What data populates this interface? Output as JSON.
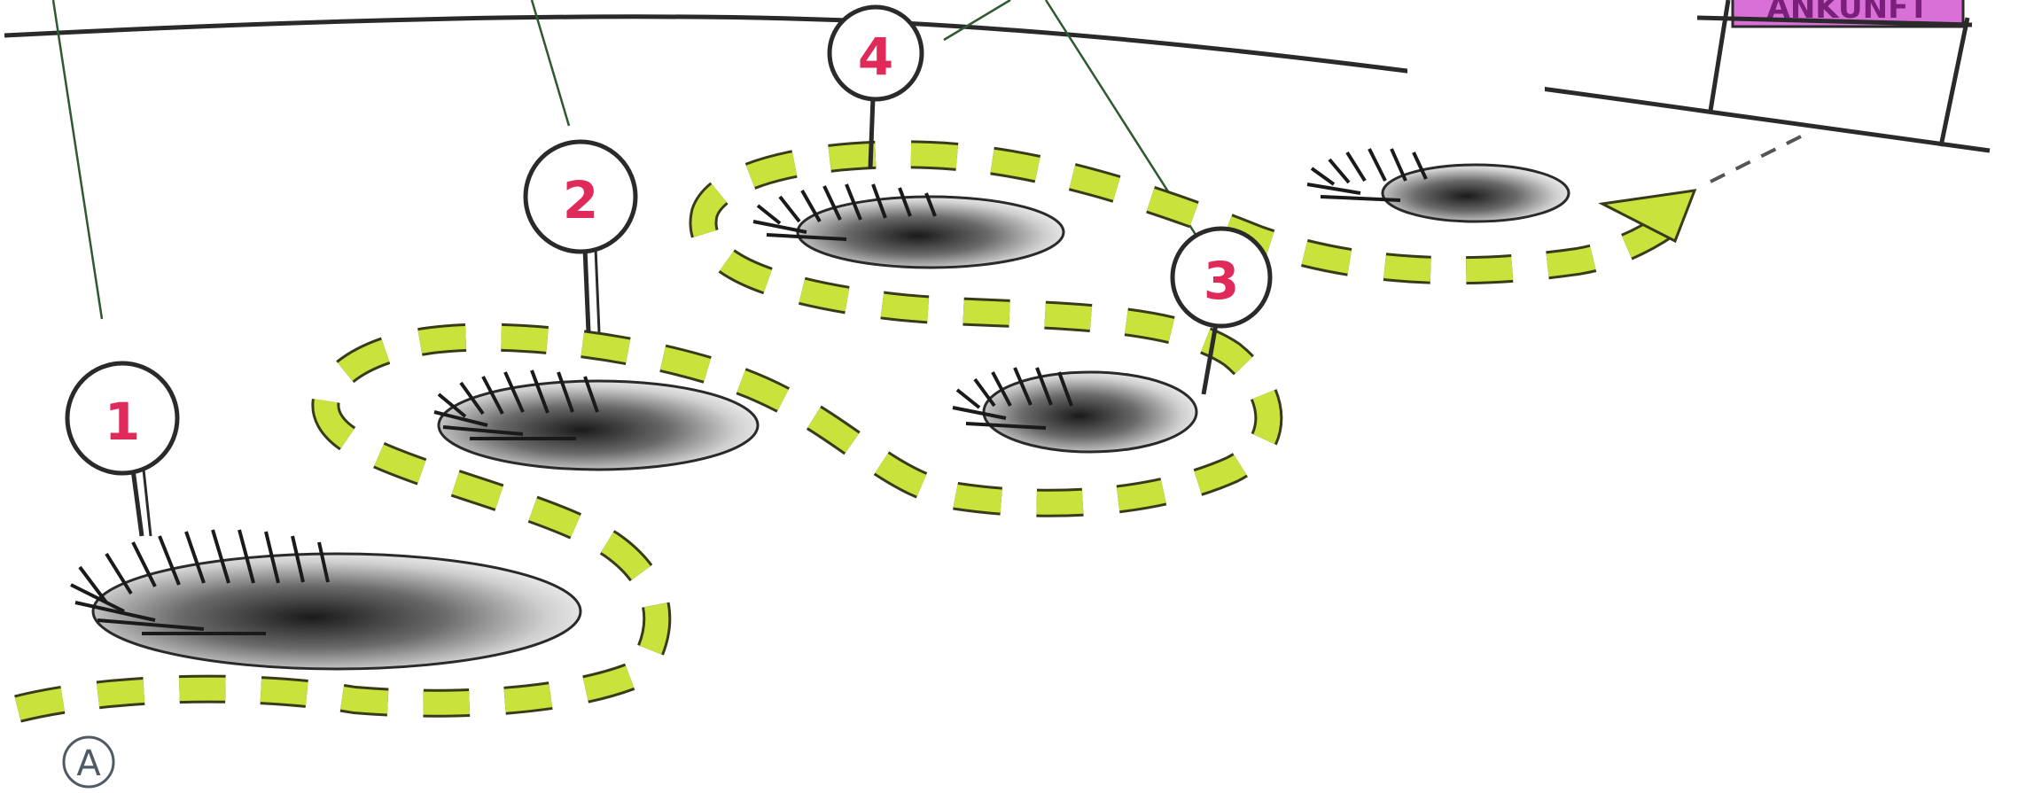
{
  "markers": [
    {
      "number": "1"
    },
    {
      "number": "2"
    },
    {
      "number": "3"
    },
    {
      "number": "4"
    }
  ],
  "start_label": "A",
  "sign_text": "ANKUNFT",
  "colors": {
    "path_dash": "#c9e23c",
    "path_dash_stroke": "#3a3a1a",
    "marker_number": "#e02a5a",
    "pointer_line": "#2f5a2f",
    "sign_fill": "#d870d8",
    "ink": "#2a2a2a",
    "start_circle": "#4e5a66"
  }
}
